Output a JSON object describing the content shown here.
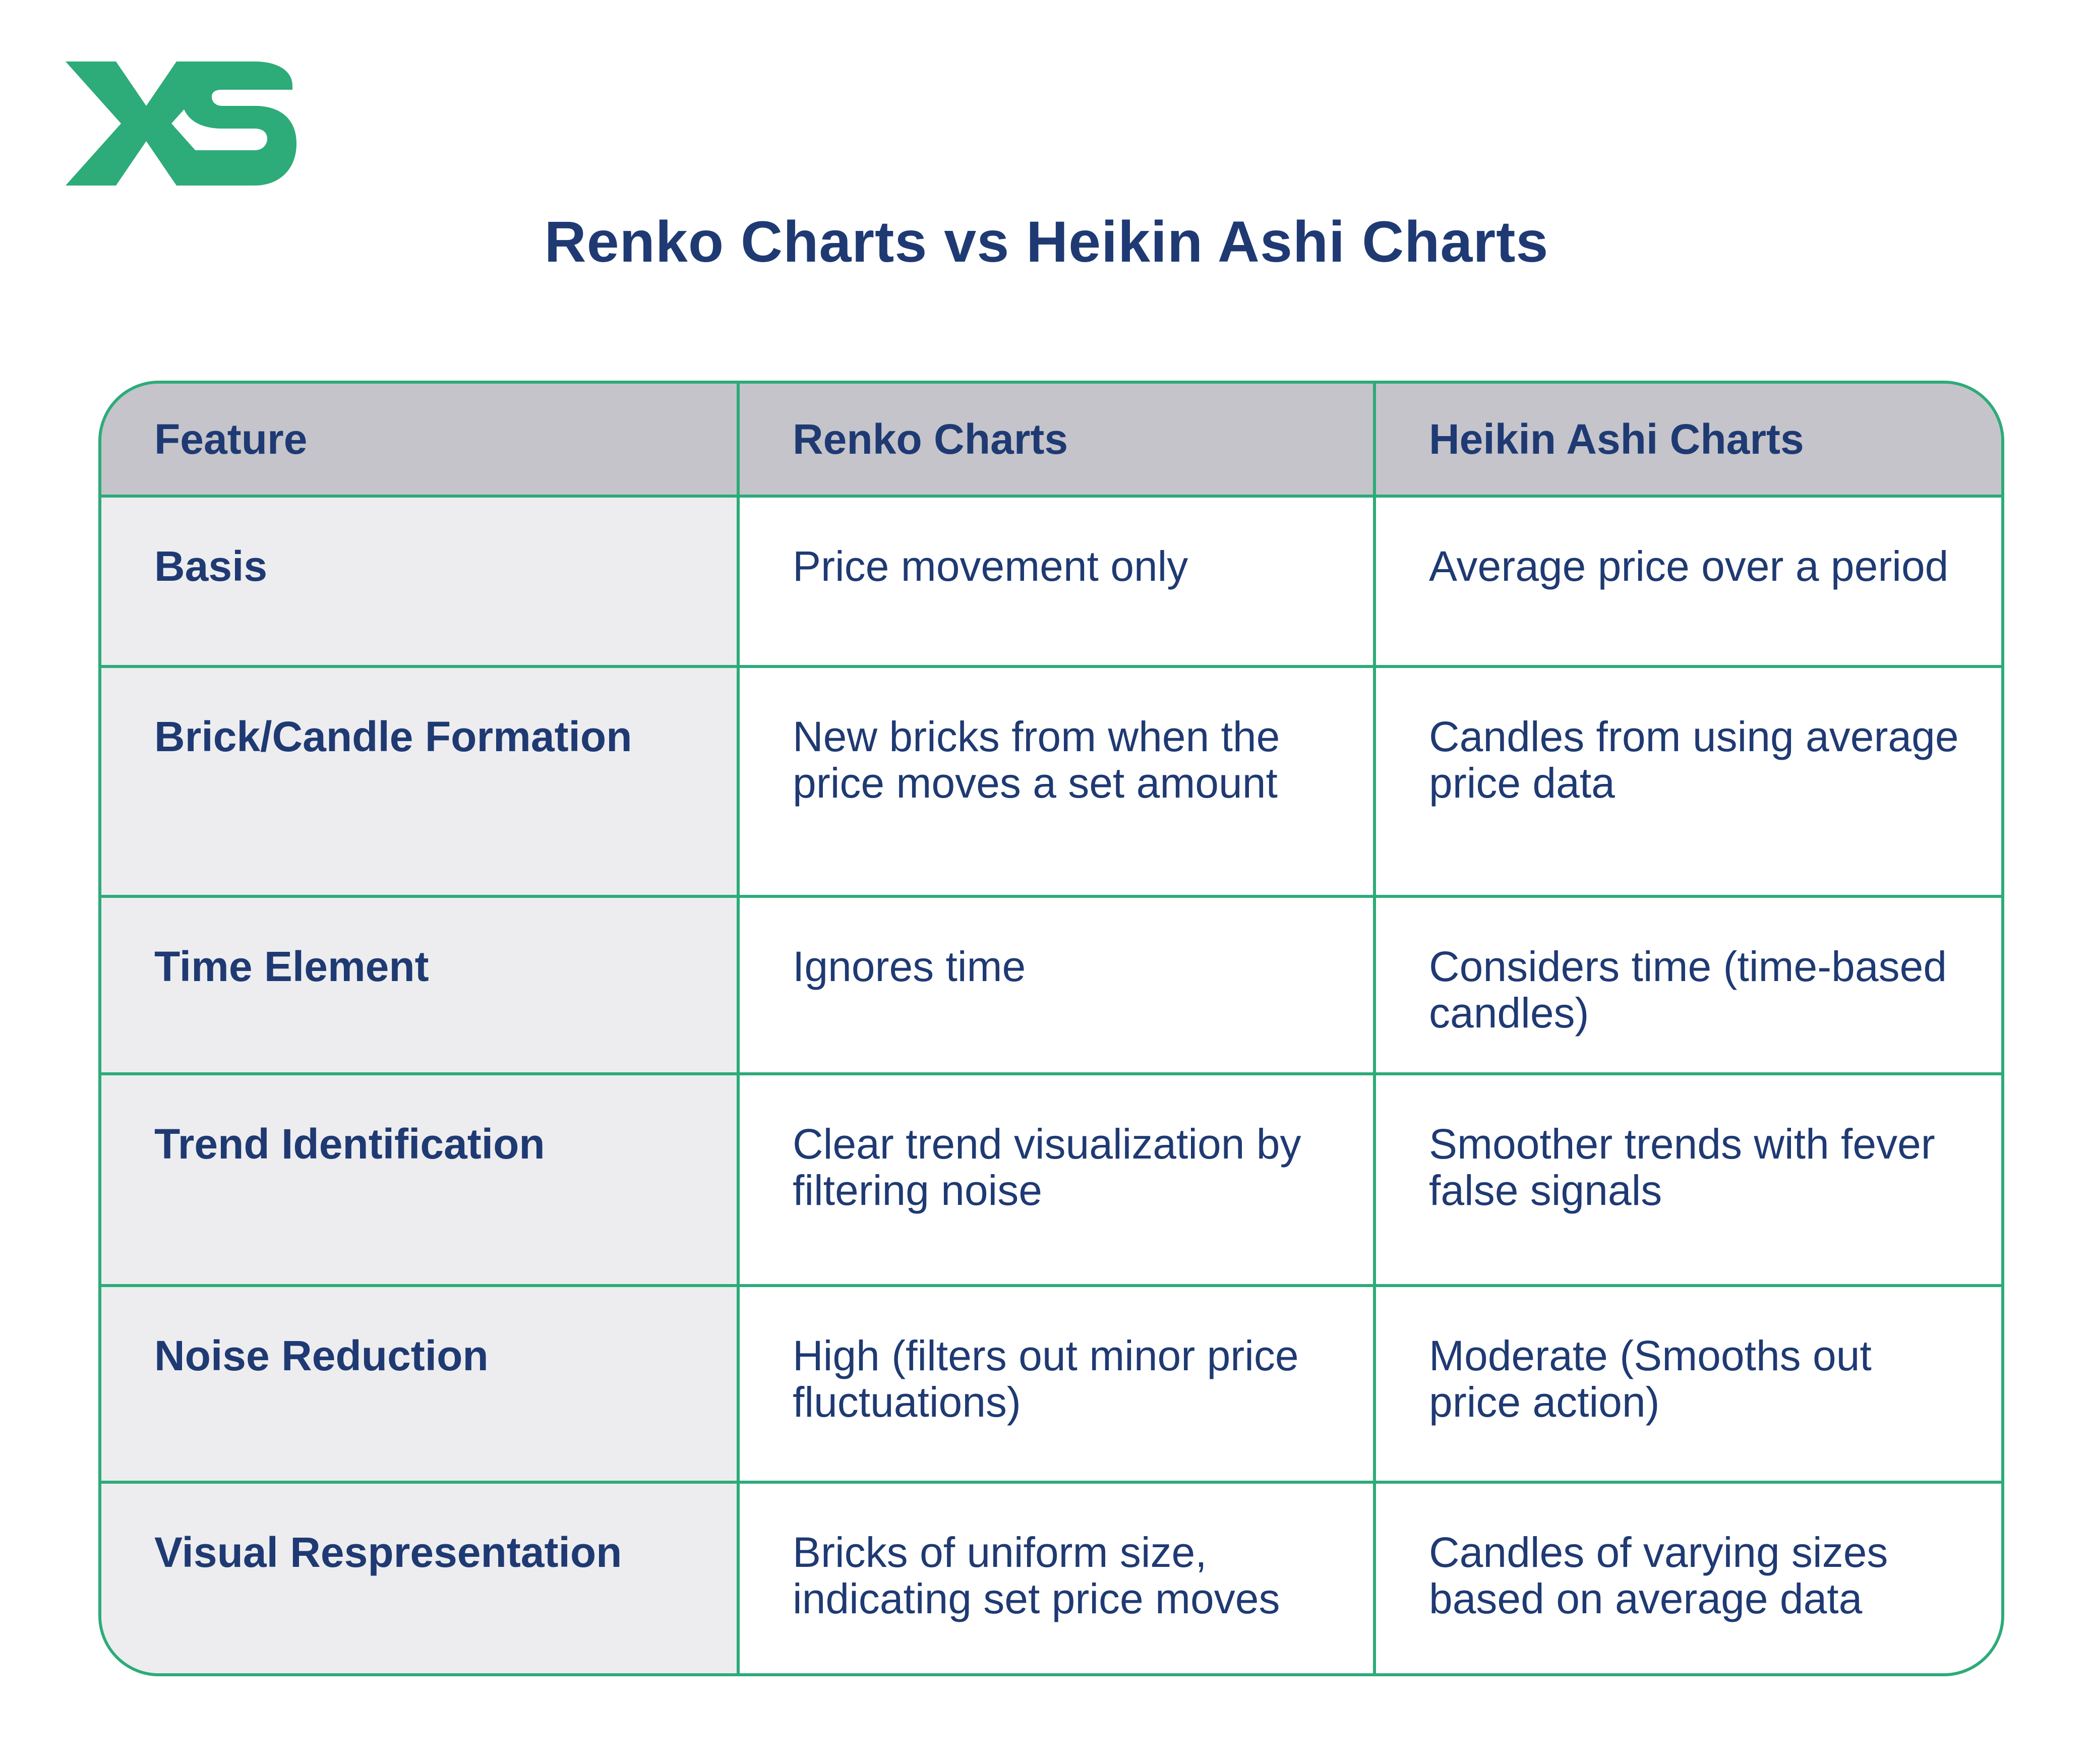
{
  "brand": {
    "logo_text": "XS",
    "logo_color": "#2dab79"
  },
  "title": "Renko Charts vs Heikin Ashi Charts",
  "colors": {
    "title": "#1f3a73",
    "border": "#2dab79",
    "header_bg": "#c4c4ca",
    "first_col_bg": "#ededef"
  },
  "table": {
    "headers": [
      "Feature",
      "Renko Charts",
      "Heikin Ashi Charts"
    ],
    "rows": [
      [
        "Basis",
        "Price movement only",
        "Average price over a period"
      ],
      [
        "Brick/Candle Formation",
        "New bricks from when the price moves a set amount",
        "Candles from using average price data"
      ],
      [
        "Time Element",
        "Ignores time",
        "Considers time (time-based candles)"
      ],
      [
        "Trend Identification",
        "Clear trend visualization by filtering noise",
        "Smoother trends with fever false signals"
      ],
      [
        "Noise Reduction",
        "High (filters out minor price fluctuations)",
        "Moderate (Smooths out price action)"
      ],
      [
        "Visual Respresentation",
        "Bricks of uniform size, indicating set price moves",
        "Candles of varying sizes based on average data"
      ]
    ]
  }
}
